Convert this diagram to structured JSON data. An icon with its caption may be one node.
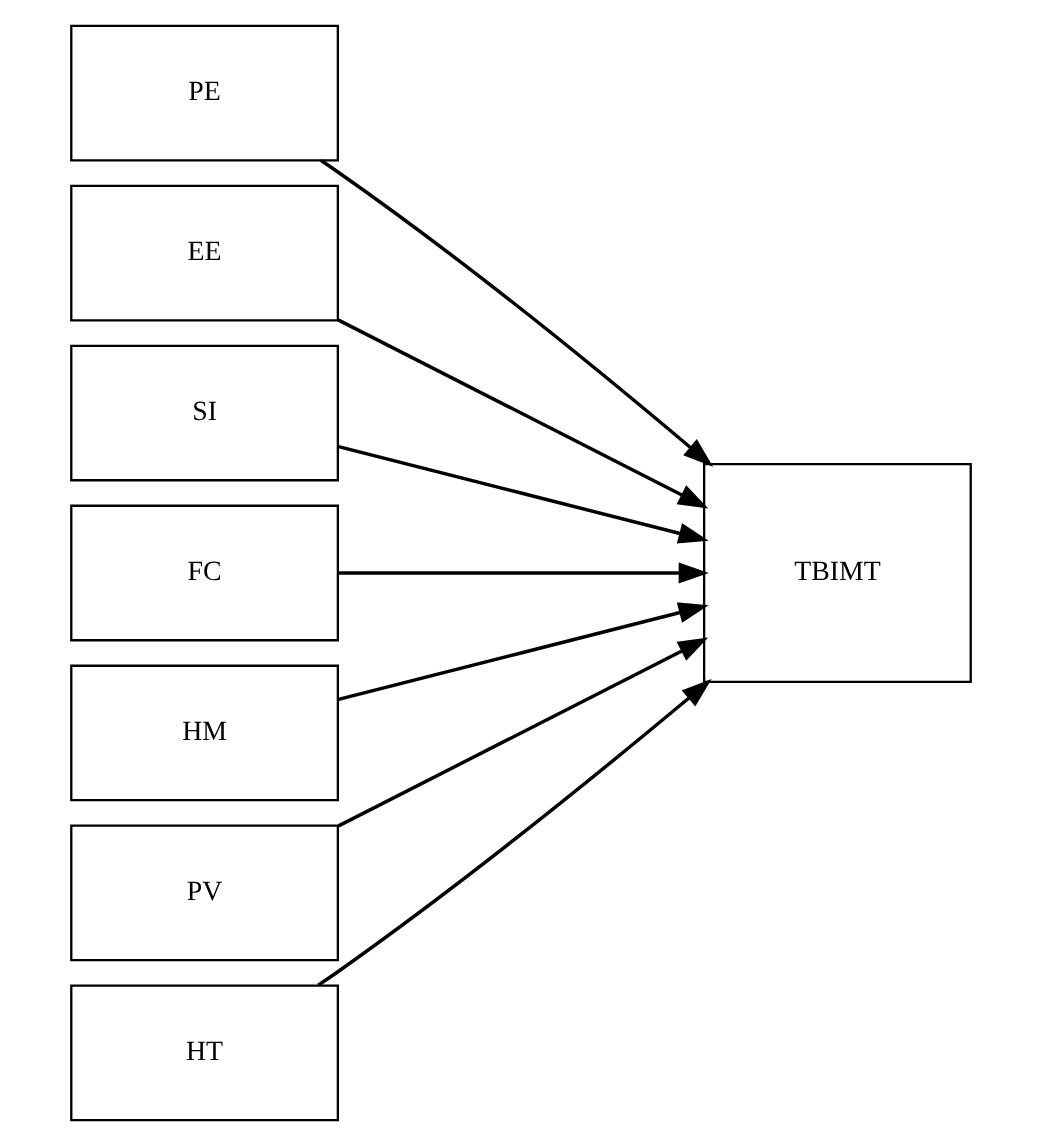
{
  "diagram": {
    "nodes": [
      {
        "text": [
          "PE"
        ]
      },
      {
        "text": [
          "EE"
        ]
      },
      {
        "text": [
          "SI"
        ]
      },
      {
        "text": [
          "FC"
        ]
      },
      {
        "text": [
          "HM"
        ]
      },
      {
        "text": [
          "PV"
        ]
      },
      {
        "text": [
          "HT"
        ]
      },
      {
        "text": [
          "TBIMT"
        ]
      }
    ],
    "edges": [
      {
        "from": 0,
        "to": 7,
        "arrow": "to"
      },
      {
        "from": 1,
        "to": 7,
        "arrow": "to"
      },
      {
        "from": 2,
        "to": 7,
        "arrow": "to"
      },
      {
        "from": 3,
        "to": 7,
        "arrow": "to"
      },
      {
        "from": 4,
        "to": 7,
        "arrow": "to"
      },
      {
        "from": 5,
        "to": 7,
        "arrow": "to"
      },
      {
        "from": 6,
        "to": 7,
        "arrow": "to"
      }
    ]
  }
}
